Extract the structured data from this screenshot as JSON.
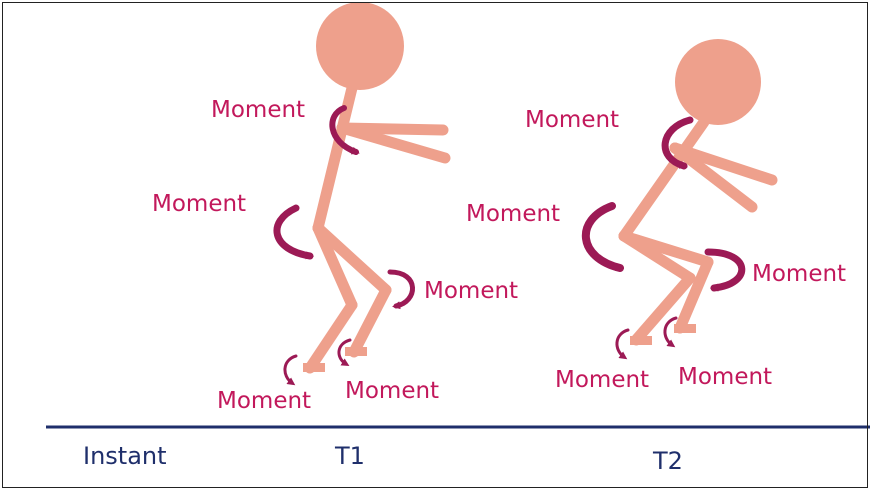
{
  "figure": {
    "colors": {
      "body": "#eea08c",
      "arrow": "#9c1a55",
      "label": "#c2185b",
      "timeline": "#1f2f6b",
      "text": "#1f2f6b"
    },
    "timeline": {
      "label": "Instant",
      "t1": "T1",
      "t2": "T2"
    },
    "figure_t1": {
      "moment_shoulder": "Moment",
      "moment_hip": "Moment",
      "moment_knee": "Moment",
      "moment_ankle_left": "Moment",
      "moment_ankle_right": "Moment"
    },
    "figure_t2": {
      "moment_shoulder": "Moment",
      "moment_hip": "Moment",
      "moment_knee": "Moment",
      "moment_ankle_left": "Moment",
      "moment_ankle_right": "Moment"
    }
  }
}
